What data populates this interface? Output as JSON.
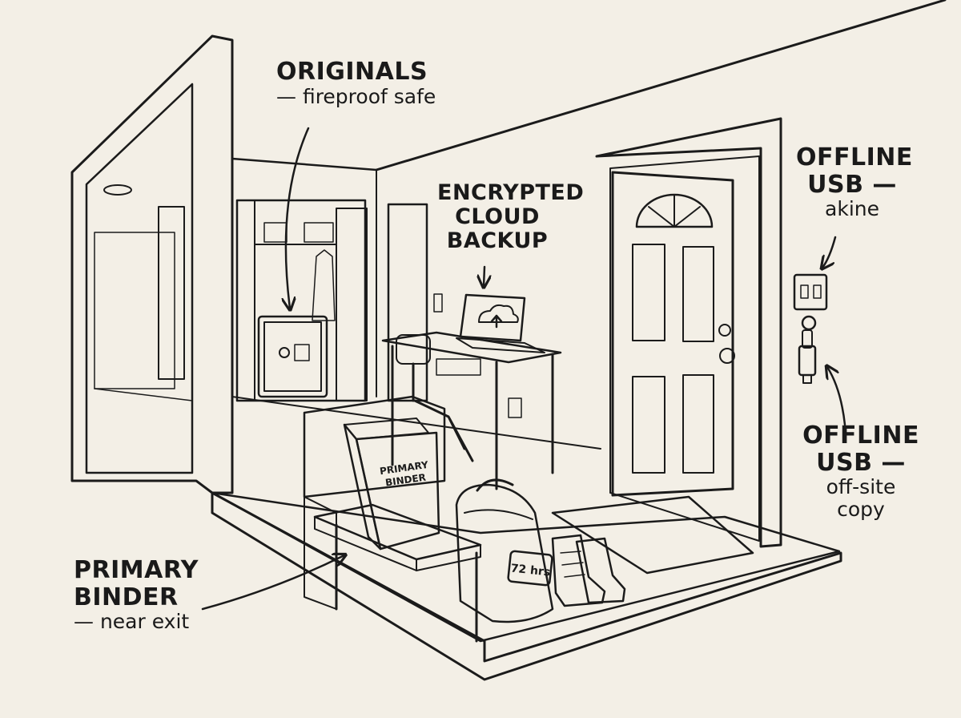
{
  "annotations": {
    "originals": {
      "title": "ORIGINALS",
      "detail": "— fireproof safe"
    },
    "cloud": {
      "line1": "ENCRYPTED",
      "line2": "CLOUD",
      "line3": "BACKUP"
    },
    "usb_akine": {
      "line1": "OFFLINE",
      "line2": "USB —",
      "detail": "akine"
    },
    "usb_offsite": {
      "line1": "OFFLINE",
      "line2": "USB —",
      "detail1": "off-site",
      "detail2": "copy"
    },
    "binder": {
      "line1": "PRIMARY",
      "line2": "BINDER",
      "detail": "— near exit"
    }
  },
  "objects": {
    "binder_spine_line1": "PRIMARY",
    "binder_spine_line2": "BINDER",
    "backpack_tag": "72 hrs"
  },
  "colors": {
    "paper": "#f3efe6",
    "ink": "#1b1b1b",
    "shade": "#c9c5bc"
  }
}
